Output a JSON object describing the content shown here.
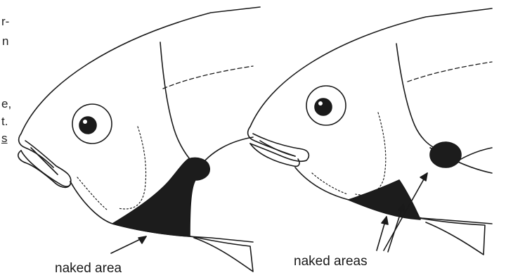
{
  "clipped_text": [
    "r-",
    "n",
    "e,",
    "t.",
    "s"
  ],
  "labels": {
    "left": "naked area",
    "right": "naked areas"
  },
  "colors": {
    "ink": "#1a1a1a",
    "naked_area_fill": "#1c1c1c",
    "background": "#ffffff"
  }
}
